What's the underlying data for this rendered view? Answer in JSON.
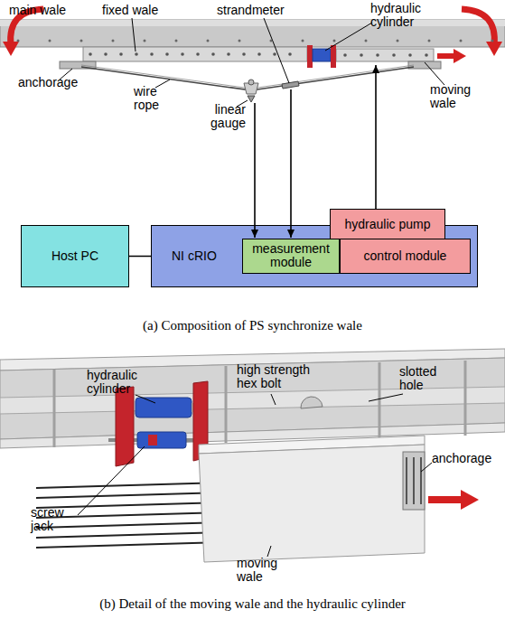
{
  "diagram": {
    "nodes": [
      {
        "text": [
          "hydraulic pump"
        ]
      },
      {
        "text": [
          "Host PC"
        ]
      },
      {
        "text": [
          "NI cRIO"
        ]
      },
      {
        "text": [
          "measurement module"
        ],
        "in": 2
      },
      {
        "text": [
          "control module"
        ],
        "in": 2
      }
    ],
    "edges": [
      {
        "from": 1,
        "to": 2,
        "arrow": "none"
      }
    ],
    "labels": [
      "main wale",
      "fixed wale",
      "strandmeter",
      "hydraulic cylinder",
      "anchorage",
      "wire rope",
      "linear gauge",
      "moving wale",
      "(a) Composition of PS synchronize wale",
      "hydraulic cylinder",
      "high strength hex bolt",
      "slotted hole",
      "anchorage",
      "screw jack",
      "moving wale",
      "(b) Detail of the moving wale and the hydraulic cylinder"
    ]
  }
}
